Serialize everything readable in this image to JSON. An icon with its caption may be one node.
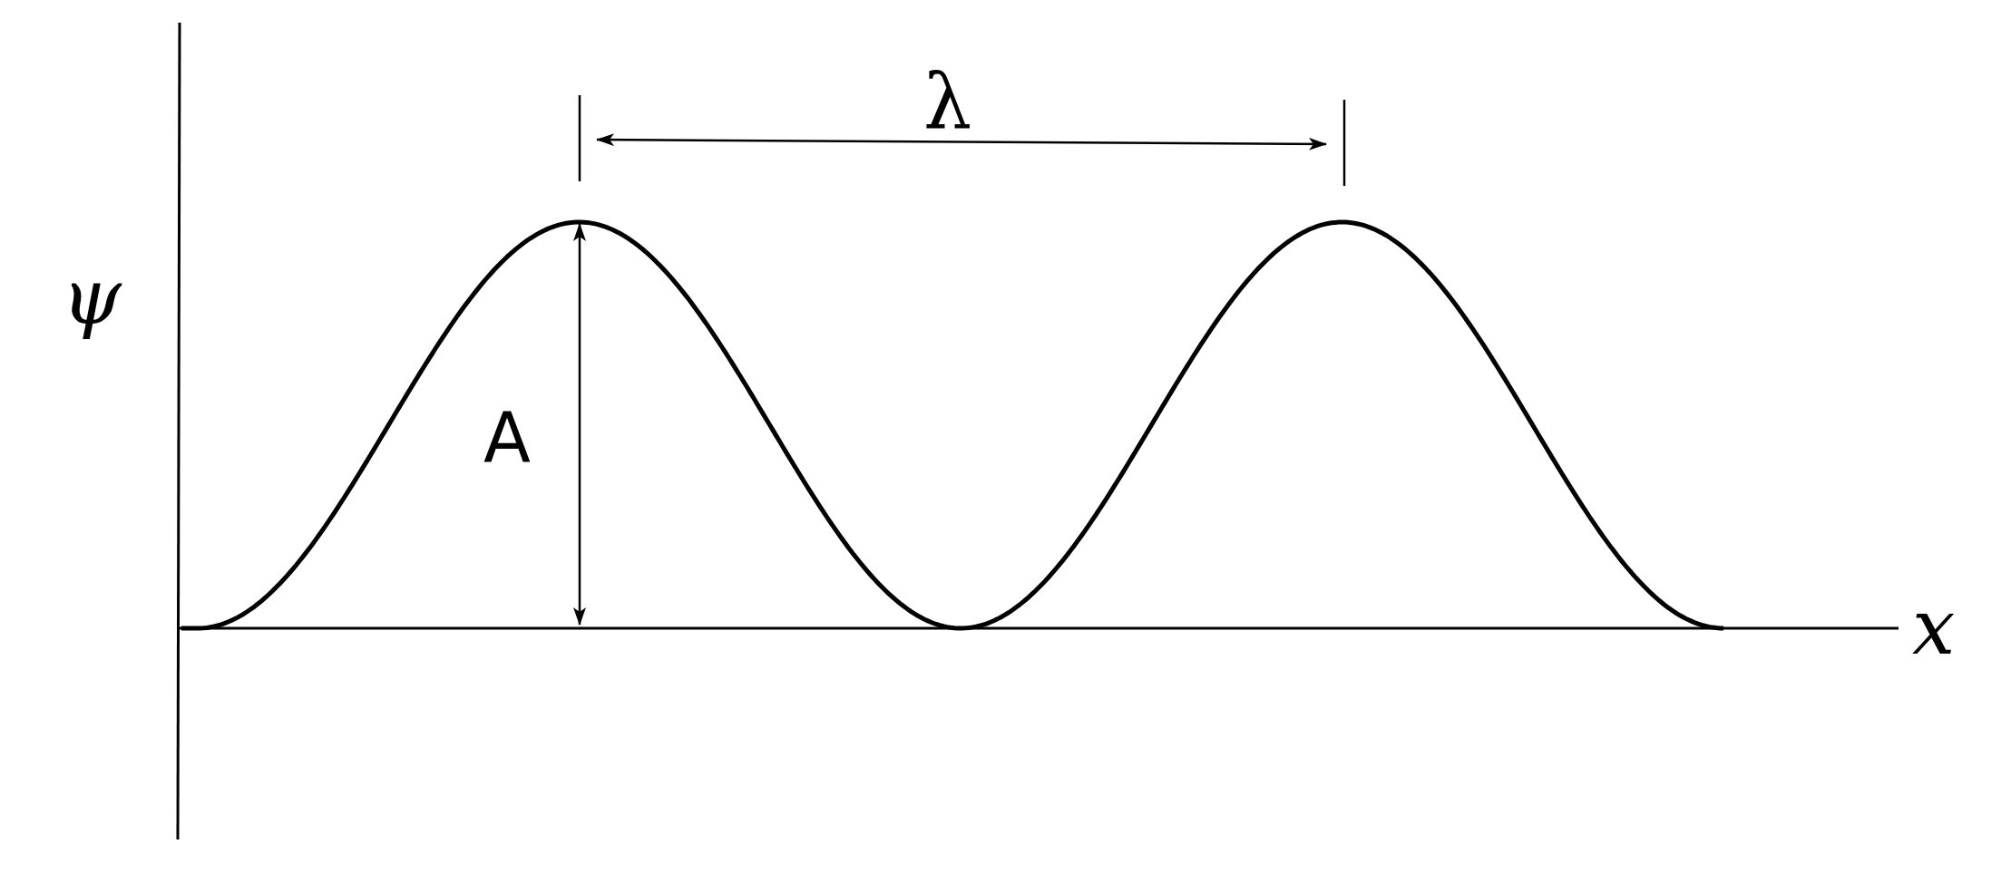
{
  "diagram": {
    "labels": [
      "λ",
      "ψ",
      "A",
      "x"
    ]
  }
}
